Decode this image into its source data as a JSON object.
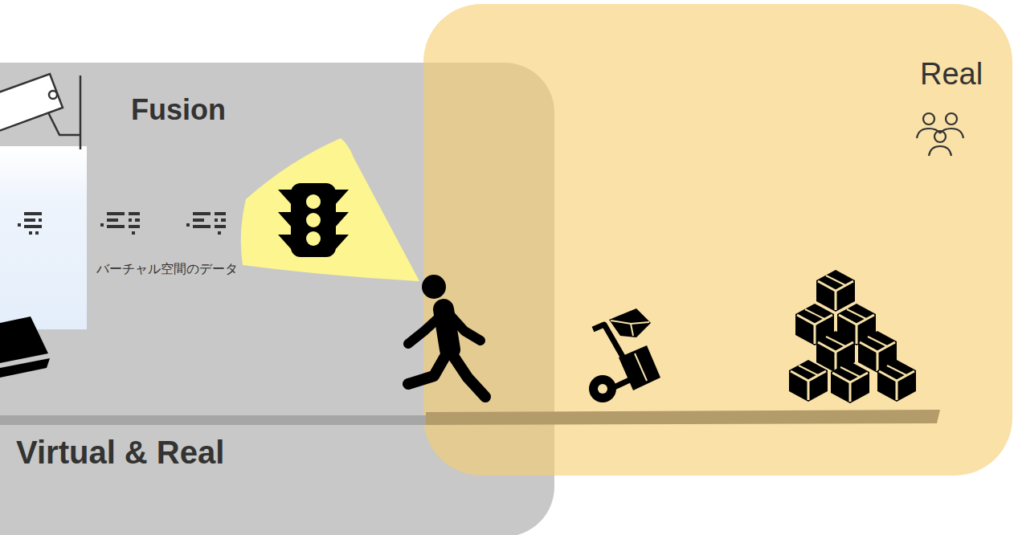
{
  "diagram": {
    "nodes": [
      {
        "text": [
          "Fusion",
          "Virtual & Real"
        ]
      },
      {
        "text": [
          "Real"
        ]
      }
    ],
    "labels": [
      "バーチャル空間のデータ"
    ]
  }
}
